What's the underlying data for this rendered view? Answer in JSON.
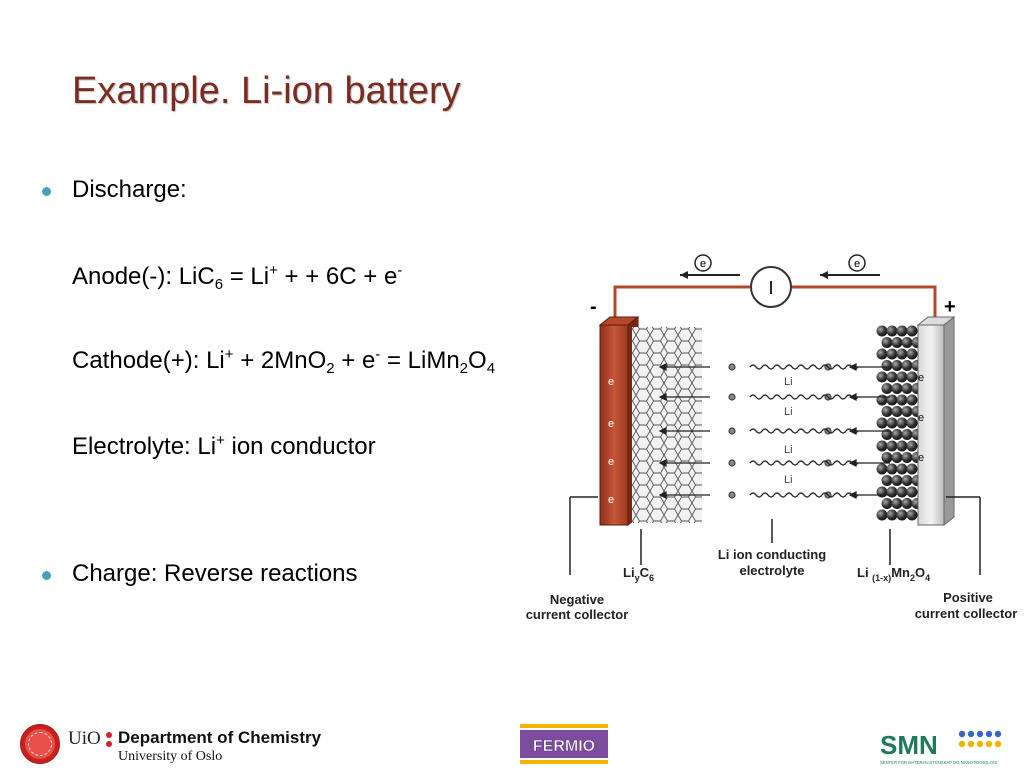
{
  "slide": {
    "title": "Example. Li-ion battery",
    "bullets": {
      "discharge": "Discharge:",
      "charge": "Charge: Reverse reactions"
    },
    "anode": {
      "prefix": "Anode(-): LiC",
      "sub1": "6",
      "mid1": " = Li",
      "sup1": "+",
      "rest": " + + 6C + e",
      "sup2": "-"
    },
    "cathode": {
      "prefix": "Cathode(+): Li",
      "sup1": "+",
      "mid1": " + 2MnO",
      "sub1": "2",
      "mid2": " + e",
      "sup2": "-",
      "mid3": " = LiMn",
      "sub2": "2",
      "mid4": "O",
      "sub3": "4"
    },
    "electrolyte": {
      "prefix": "Electrolyte: Li",
      "sup1": "+",
      "rest": " ion conductor"
    }
  },
  "diagram": {
    "meter": "I",
    "electron": "e",
    "minus": "-",
    "plus": "+",
    "li_ion": "Li",
    "li_ion_sup": "+",
    "electron_label": "e",
    "electron_sup": "-",
    "anode_material": {
      "a": "Li",
      "b": "y",
      "c": "C",
      "d": "6"
    },
    "electrolyte_label_1": "Li ion conducting",
    "electrolyte_label_2": "electrolyte",
    "cathode_material": {
      "a": "Li ",
      "b": "(1-x)",
      "c": "Mn",
      "d": "2",
      "e": "O",
      "f": "4"
    },
    "negative_1": "Negative",
    "negative_2": "current collector",
    "positive_1": "Positive",
    "positive_2": "current collector"
  },
  "footer": {
    "uio": "UiO",
    "department": "Department of Chemistry",
    "university": "University of Oslo",
    "fermio": "FERMIO",
    "smn": "SMN",
    "smn_small": "SENTER FOR MATERIALVITENSKAP OG NANOTEKNOLOGI"
  },
  "colors": {
    "title": "#7b2c20",
    "bullet": "#4aa3b5",
    "wire": "#b14a2a",
    "anode": "#b8482a"
  }
}
